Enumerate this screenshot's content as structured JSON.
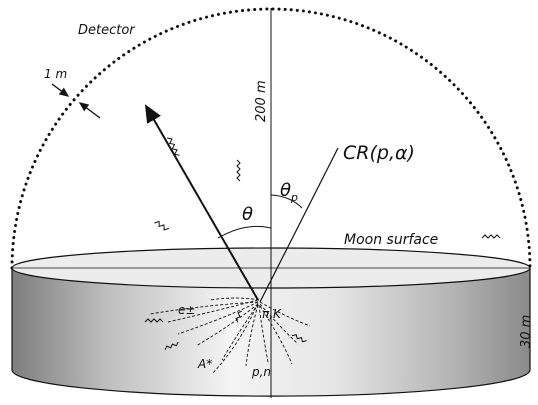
{
  "labels": {
    "detector": "Detector",
    "thickness": "1 m",
    "height": "200 m",
    "cosmic_ray": "CR(p,α)",
    "theta_p": "θ",
    "theta_p_sub": "p",
    "theta": "θ",
    "moon_surface": "Moon surface",
    "depth": "30 m",
    "electron": "e±",
    "pion_kaon": "π,K",
    "nucleus": "A*",
    "proton_neutron": "p,n"
  },
  "colors": {
    "line": "#111111",
    "cylinder_light": "#f2f2f2",
    "cylinder_dark": "#8f8f8f",
    "top_face": "#ededed"
  }
}
